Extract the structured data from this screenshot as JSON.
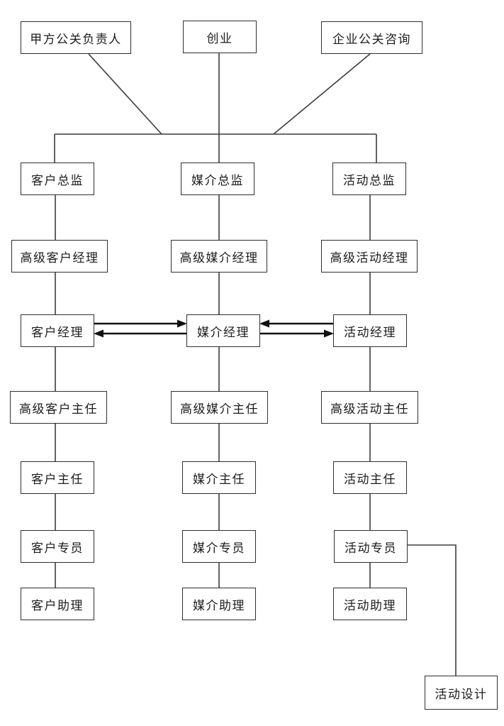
{
  "page": {
    "background_color": "#ffffff",
    "line_color": "#3c3c3c",
    "box_border_color": "#2f2f2f",
    "arrow_color": "#111111",
    "text_color": "#1c1c1c"
  },
  "diagram": {
    "type": "org-chart",
    "nodes": {
      "party_a_pr_lead": {
        "label": "甲方公关负责人"
      },
      "startup": {
        "label": "创业"
      },
      "corporate_pr_consulting": {
        "label": "企业公关咨询"
      },
      "account_director": {
        "label": "客户总监"
      },
      "media_director": {
        "label": "媒介总监"
      },
      "event_director": {
        "label": "活动总监"
      },
      "senior_account_manager": {
        "label": "高级客户经理"
      },
      "senior_media_manager": {
        "label": "高级媒介经理"
      },
      "senior_event_manager": {
        "label": "高级活动经理"
      },
      "account_manager": {
        "label": "客户经理"
      },
      "media_manager": {
        "label": "媒介经理"
      },
      "event_manager": {
        "label": "活动经理"
      },
      "senior_account_supervisor": {
        "label": "高级客户主任"
      },
      "senior_media_supervisor": {
        "label": "高级媒介主任"
      },
      "senior_event_supervisor": {
        "label": "高级活动主任"
      },
      "account_supervisor": {
        "label": "客户主任"
      },
      "media_supervisor": {
        "label": "媒介主任"
      },
      "event_supervisor": {
        "label": "活动主任"
      },
      "account_executive": {
        "label": "客户专员"
      },
      "media_executive": {
        "label": "媒介专员"
      },
      "event_executive": {
        "label": "活动专员"
      },
      "account_assistant": {
        "label": "客户助理"
      },
      "media_assistant": {
        "label": "媒介助理"
      },
      "event_assistant": {
        "label": "活动助理"
      },
      "event_designer": {
        "label": "活动设计"
      }
    },
    "edges": [
      {
        "from": "party_a_pr_lead",
        "to": "directors_bus",
        "type": "line"
      },
      {
        "from": "startup",
        "to": "directors_bus",
        "type": "line"
      },
      {
        "from": "corporate_pr_consulting",
        "to": "directors_bus",
        "type": "line"
      },
      {
        "from": "directors_bus",
        "to": "account_director",
        "type": "line"
      },
      {
        "from": "directors_bus",
        "to": "media_director",
        "type": "line"
      },
      {
        "from": "directors_bus",
        "to": "event_director",
        "type": "line"
      },
      {
        "from": "account_director",
        "to": "senior_account_manager",
        "type": "line"
      },
      {
        "from": "senior_account_manager",
        "to": "account_manager",
        "type": "line"
      },
      {
        "from": "account_manager",
        "to": "senior_account_supervisor",
        "type": "line"
      },
      {
        "from": "senior_account_supervisor",
        "to": "account_supervisor",
        "type": "line"
      },
      {
        "from": "account_supervisor",
        "to": "account_executive",
        "type": "line"
      },
      {
        "from": "account_executive",
        "to": "account_assistant",
        "type": "line"
      },
      {
        "from": "media_director",
        "to": "senior_media_manager",
        "type": "line"
      },
      {
        "from": "senior_media_manager",
        "to": "media_manager",
        "type": "line"
      },
      {
        "from": "media_manager",
        "to": "senior_media_supervisor",
        "type": "line"
      },
      {
        "from": "senior_media_supervisor",
        "to": "media_supervisor",
        "type": "line"
      },
      {
        "from": "media_supervisor",
        "to": "media_executive",
        "type": "line"
      },
      {
        "from": "media_executive",
        "to": "media_assistant",
        "type": "line"
      },
      {
        "from": "event_director",
        "to": "senior_event_manager",
        "type": "line"
      },
      {
        "from": "senior_event_manager",
        "to": "event_manager",
        "type": "line"
      },
      {
        "from": "event_manager",
        "to": "senior_event_supervisor",
        "type": "line"
      },
      {
        "from": "senior_event_supervisor",
        "to": "event_supervisor",
        "type": "line"
      },
      {
        "from": "event_supervisor",
        "to": "event_executive",
        "type": "line"
      },
      {
        "from": "event_executive",
        "to": "event_assistant",
        "type": "line"
      },
      {
        "from": "event_executive",
        "to": "event_designer",
        "type": "elbow-line"
      },
      {
        "from": "account_manager",
        "to": "media_manager",
        "type": "arrow-pair"
      },
      {
        "from": "media_manager",
        "to": "event_manager",
        "type": "arrow-pair"
      }
    ]
  }
}
